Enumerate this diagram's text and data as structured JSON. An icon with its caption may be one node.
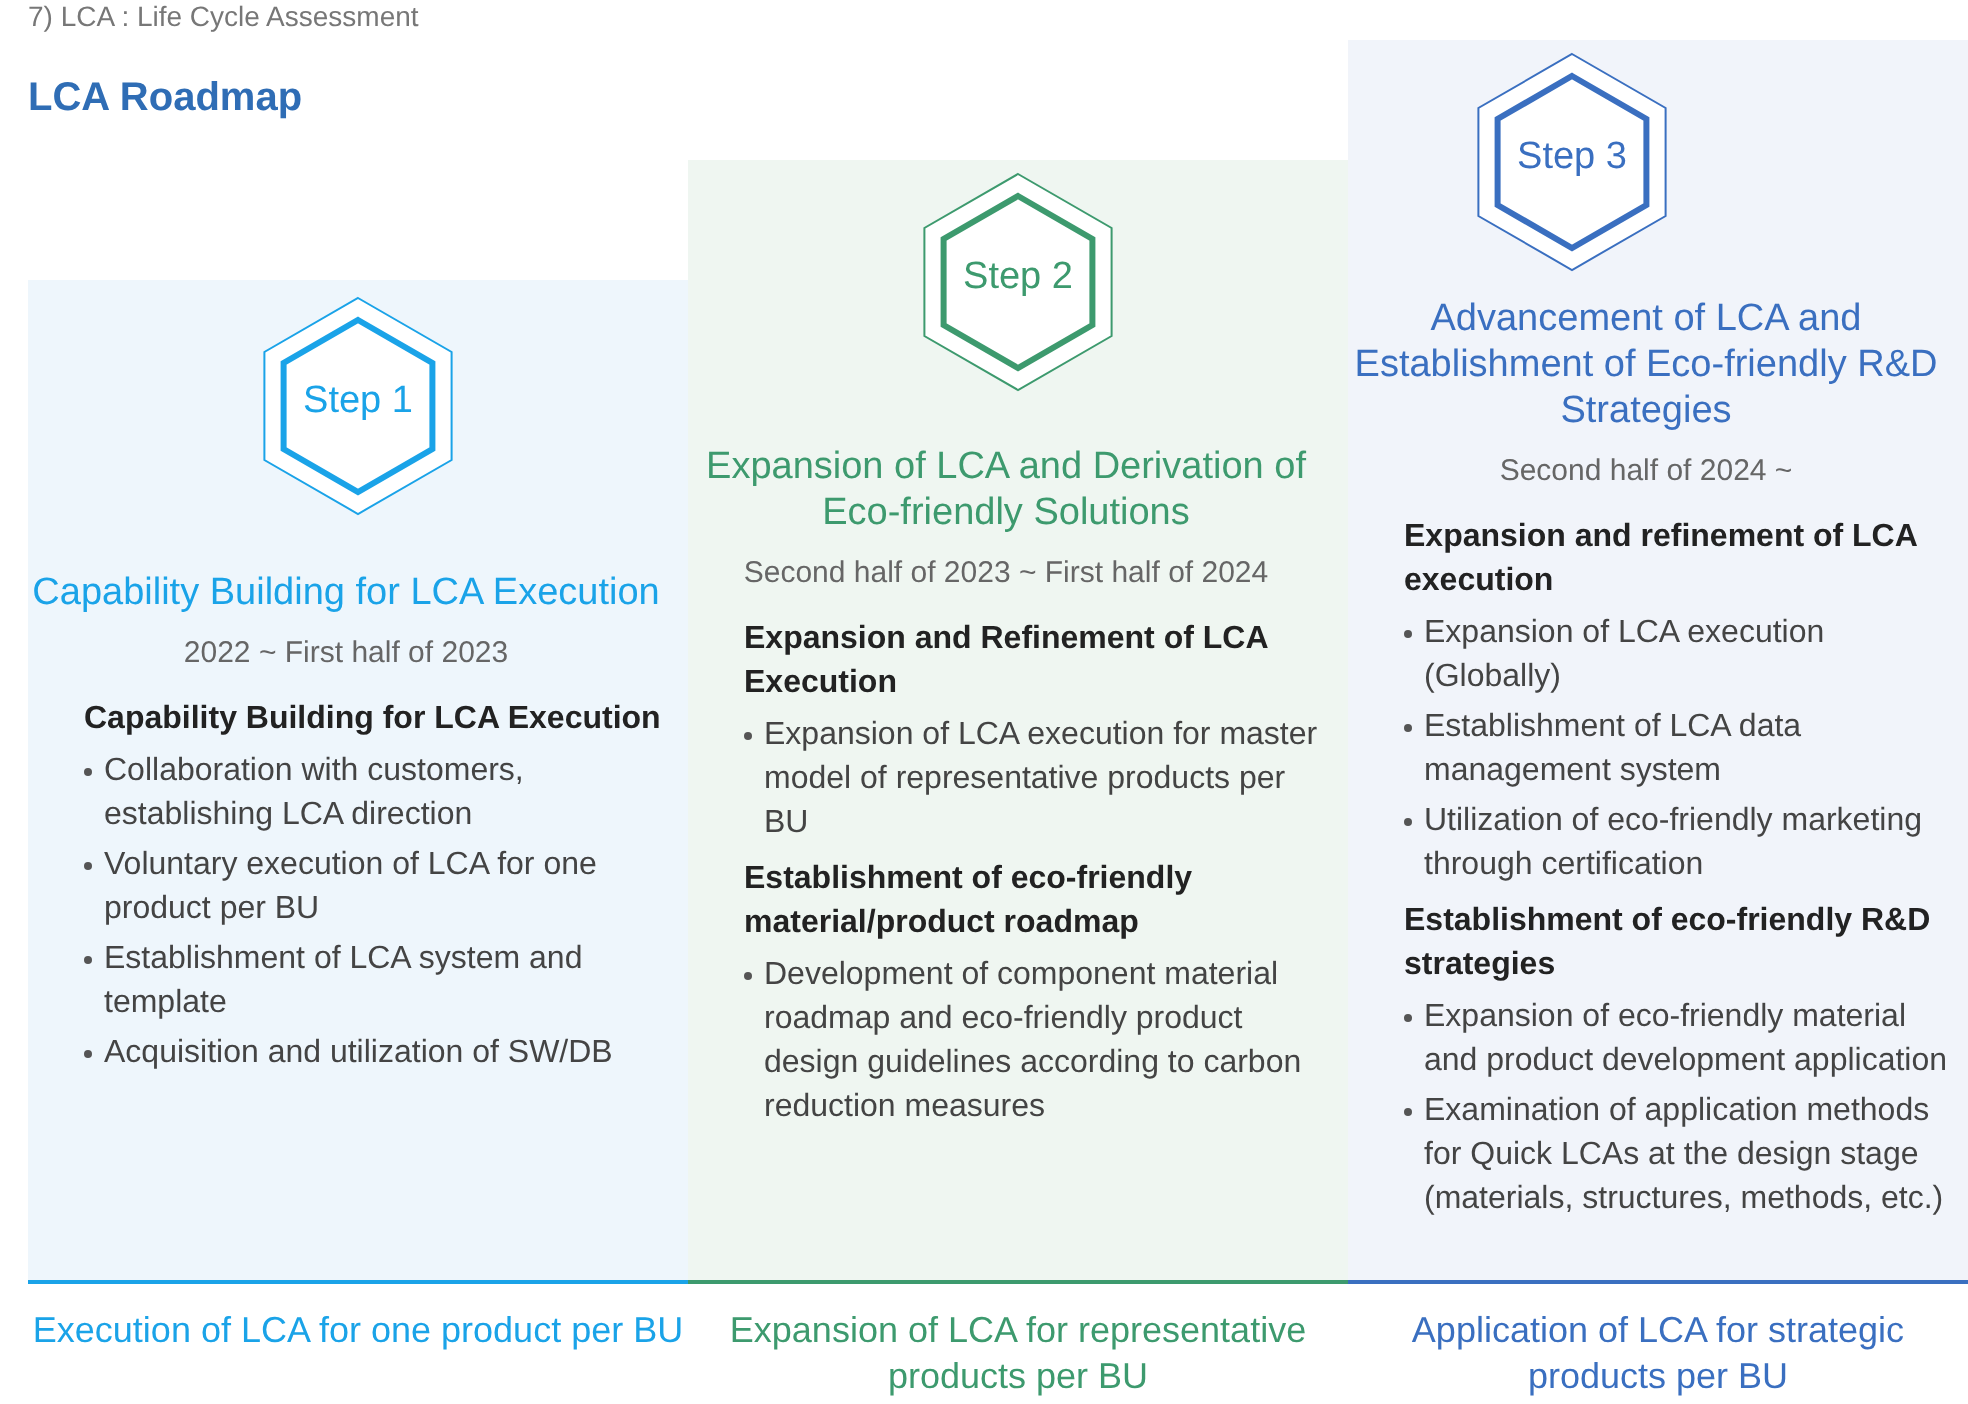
{
  "diagram": {
    "title": "LCA Roadmap",
    "nodes": [
      {
        "text": [
          "Capability Building for LCA Execution",
          "2022 ~ First half of 2023",
          "Capability Building for LCA Execution",
          "Collaboration with customers, establishing LCA direction",
          "Voluntary execution of LCA for one product per BU",
          "Establishment of LCA system and template",
          "Acquisition and utilization of SW/DB"
        ],
        "beside": [
          "Execution of LCA for one product per BU"
        ]
      },
      {
        "text": [
          "Step 1"
        ],
        "in": 0
      },
      {
        "text": [
          "Expansion of LCA and Derivation of Eco-friendly Solutions",
          "Second half of 2023 ~ First half of 2024",
          "Expansion and Refinement of LCA Execution",
          "Expansion of LCA execution for master model of representative products per BU",
          "Establishment of eco-friendly material/product roadmap",
          "Development of component material roadmap and eco-friendly product design guidelines according to carbon reduction measures"
        ],
        "beside": [
          "Expansion of LCA for representative products per BU"
        ]
      },
      {
        "text": [
          "Step 2"
        ],
        "in": 2
      },
      {
        "text": [
          "Advancement of LCA and Establishment of Eco-friendly R&D Strategies",
          "Second half of 2024 ~",
          "Expansion and refinement of LCA execution",
          "Expansion of LCA execution (Globally)",
          "Establishment of LCA data management system",
          "Utilization of eco-friendly marketing through certification",
          "Establishment of eco-friendly R&D strategies",
          "Expansion of eco-friendly material and product development application",
          "Examination of application methods for Quick LCAs at the design stage (materials, structures, methods, etc.)"
        ],
        "beside": [
          "Application of LCA for strategic products per BU"
        ]
      },
      {
        "text": [
          "Step 3"
        ],
        "in": 4
      }
    ],
    "edges": [],
    "labels": [
      "7) LCA : Life Cycle Assessment"
    ]
  }
}
